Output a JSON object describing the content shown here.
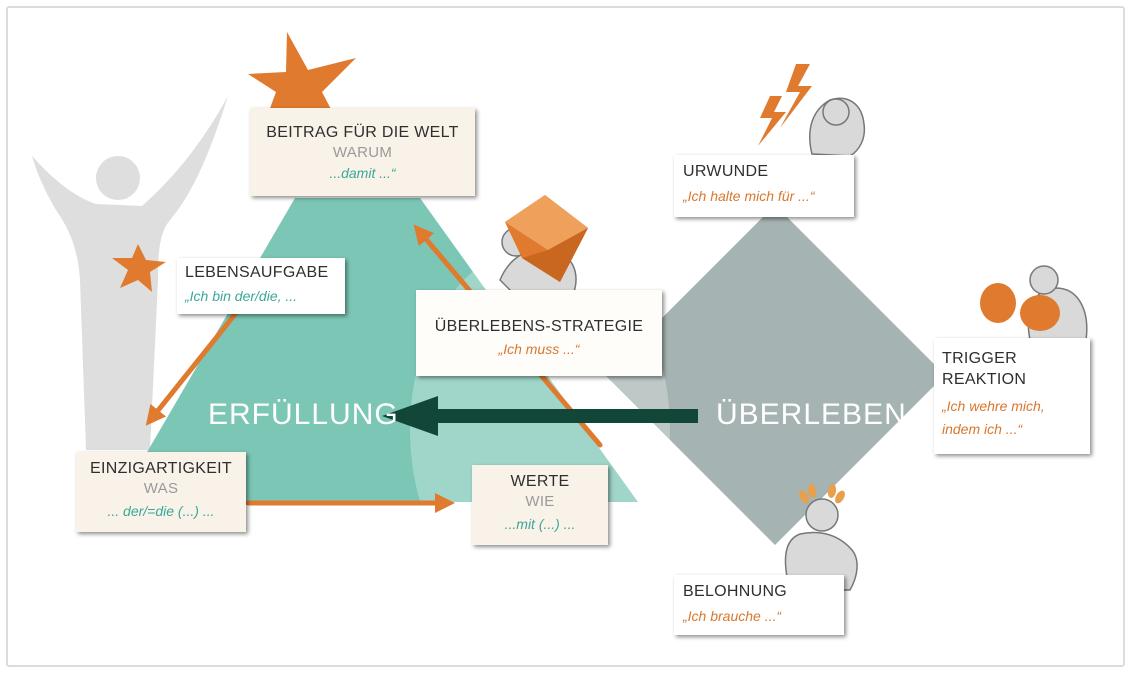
{
  "colors": {
    "teal": "#7cc6b6",
    "gray_diamond": "#a5b3b2",
    "orange": "#df7a2e",
    "dark_arrow": "#124638",
    "cream": "#f8f2e8"
  },
  "center_labels": {
    "left": "ERFÜLLUNG",
    "right": "ÜBERLEBEN"
  },
  "boxes": {
    "beitrag": {
      "title": "BEITRAG FÜR DIE WELT",
      "sub": "WARUM",
      "quote": "...damit ...“"
    },
    "lebensaufgabe": {
      "title": "LEBENSAUFGABE",
      "quote": "„Ich bin der/die, ..."
    },
    "einzigartigkeit": {
      "title": "EINZIGARTIGKEIT",
      "sub": "WAS",
      "quote": "... der/=die (...) ..."
    },
    "werte": {
      "title": "WERTE",
      "sub": "WIE",
      "quote": "...mit (...) ..."
    },
    "strategie": {
      "title": "ÜBERLEBENS-STRATEGIE",
      "quote": "„Ich muss ...“"
    },
    "urwunde": {
      "title": "URWUNDE",
      "quote": "„Ich halte mich für ...“"
    },
    "trigger": {
      "title1": "TRIGGER",
      "title2": "REAKTION",
      "quote1": "„Ich wehre mich,",
      "quote2": "indem ich ...“"
    },
    "belohnung": {
      "title": "BELOHNUNG",
      "quote": "„Ich brauche ...“"
    }
  },
  "icons": [
    "person-arms-up-icon",
    "star-icon",
    "box-carrying-figure-icon",
    "lightning-figure-icon",
    "boxing-gloves-figure-icon",
    "laurel-figure-icon"
  ]
}
